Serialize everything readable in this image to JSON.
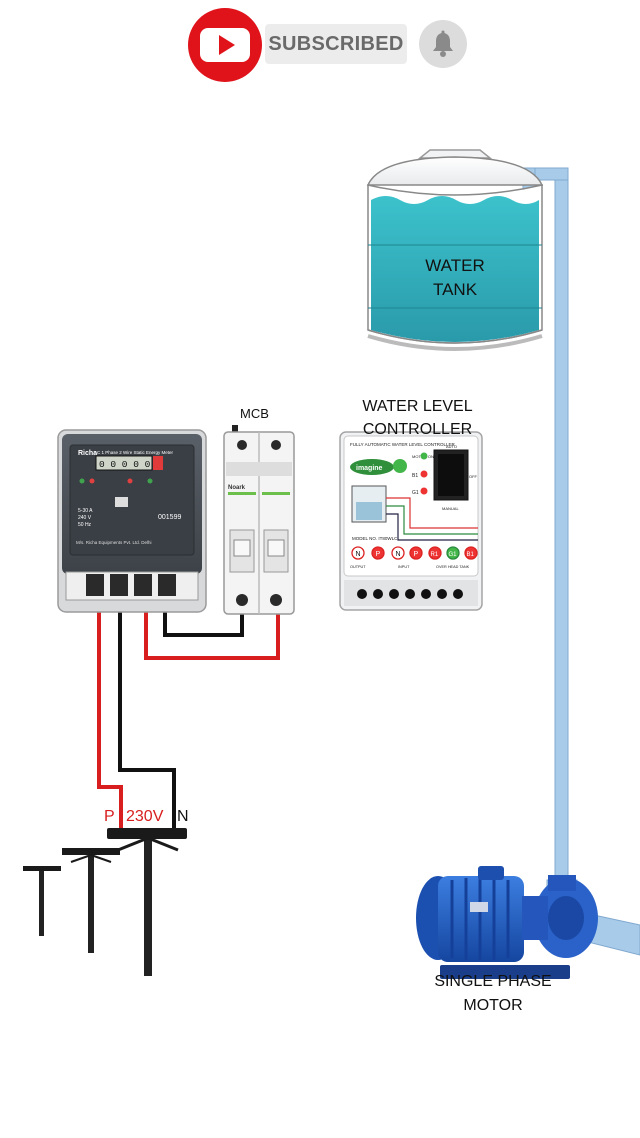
{
  "header": {
    "youtube_icon": "youtube-play-icon",
    "subscribe_label": "SUBSCRIBED",
    "bell_icon": "bell-icon"
  },
  "labels": {
    "water_tank": [
      "WATER",
      "TANK"
    ],
    "mcb": "MCB",
    "controller": [
      "WATER LEVEL",
      "CONTROLLER"
    ],
    "phase": "P",
    "voltage": "230V",
    "neutral": "N",
    "motor": [
      "SINGLE PHASE",
      "MOTOR"
    ]
  },
  "meter": {
    "brand": "Richa",
    "title": "AC 1 Phase 2 Wire Static Energy Meter",
    "reading": "0 0 0 0 0 0",
    "rating": "5-30 A",
    "voltage": "240 V",
    "freq": "50 Hz",
    "serial": "001599",
    "maker": "M/s. Richa Equipments Pvt. Ltd. Delhi"
  },
  "mcb_device": {
    "brand": "Noark"
  },
  "controller_device": {
    "title": "FULLY AUTOMATIC WATER LEVEL CONTROLLER",
    "brand": "imagine",
    "motor_on": "MOTOR ON",
    "b1": "B1",
    "g1": "G1",
    "auto": "AUTO",
    "off": "OFF",
    "manual": "MANUAL",
    "model": "MODEL NO. IT80WLC",
    "terminals": [
      "N",
      "P",
      "N",
      "P",
      "R1",
      "G1",
      "B1"
    ],
    "sections": [
      "OUTPUT",
      "INPUT",
      "OVER HEAD TANK"
    ]
  },
  "colors": {
    "phase_wire": "#d81e1e",
    "neutral_wire": "#111111",
    "water": "#2fb3bf",
    "pipe": "#a9cbea",
    "motor_blue": "#1f5fc8",
    "accent_red": "#e0131b"
  }
}
